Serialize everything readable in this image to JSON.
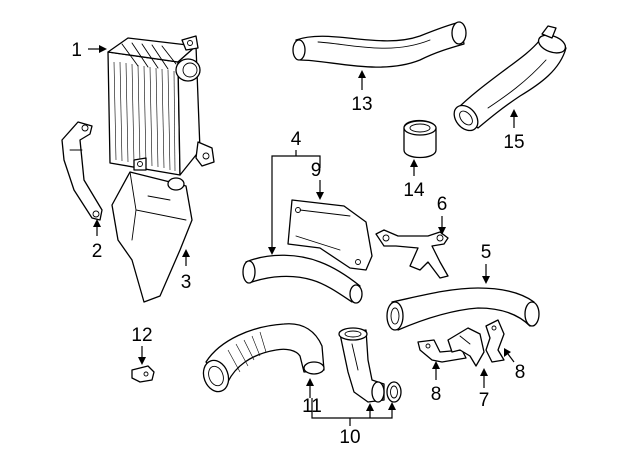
{
  "diagram": {
    "callouts": {
      "c1": "1",
      "c2": "2",
      "c3": "3",
      "c4": "4",
      "c5": "5",
      "c6": "6",
      "c7": "7",
      "c8a": "8",
      "c8b": "8",
      "c9": "9",
      "c10": "10",
      "c11": "11",
      "c12": "12",
      "c13": "13",
      "c14": "14",
      "c15": "15"
    }
  }
}
